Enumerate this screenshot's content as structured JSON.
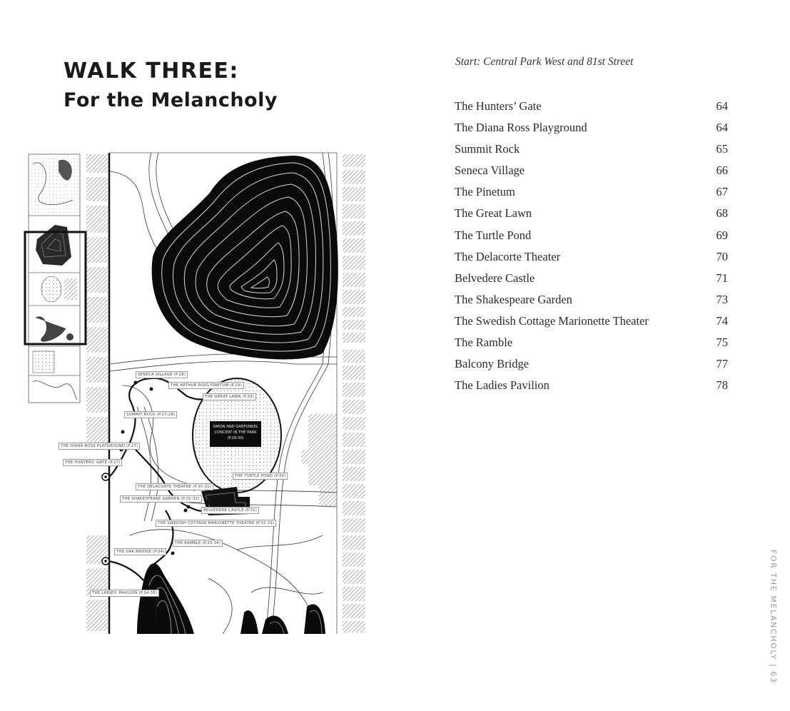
{
  "page": {
    "heading": {
      "line1": "WALK THREE:",
      "line2": "For the Melancholy"
    },
    "start_text": "Start: Central Park West and 81st Street",
    "running_footer": {
      "text": "FOR THE MELANCHOLY  |  63",
      "section": "FOR THE MELANCHOLY",
      "page_number": "63"
    }
  },
  "toc": {
    "items": [
      {
        "title": "The Hunters’ Gate",
        "page": "64"
      },
      {
        "title": "The Diana Ross Playground",
        "page": "64"
      },
      {
        "title": "Summit Rock",
        "page": "65"
      },
      {
        "title": "Seneca Village",
        "page": "66"
      },
      {
        "title": "The Pinetum",
        "page": "67"
      },
      {
        "title": "The Great Lawn",
        "page": "68"
      },
      {
        "title": "The Turtle Pond",
        "page": "69"
      },
      {
        "title": "The Delacorte Theater",
        "page": "70"
      },
      {
        "title": "Belvedere Castle",
        "page": "71"
      },
      {
        "title": "The Shakespeare Garden",
        "page": "73"
      },
      {
        "title": "The Swedish Cottage Marionette Theater",
        "page": "74"
      },
      {
        "title": "The Ramble",
        "page": "75"
      },
      {
        "title": "Balcony Bridge",
        "page": "77"
      },
      {
        "title": "The Ladies Pavilion",
        "page": "78"
      }
    ]
  },
  "map": {
    "labels": [
      {
        "id": "seneca-village",
        "text": "Seneca Village (P.28)"
      },
      {
        "id": "pinetum",
        "text": "The Arthur Ross Pinetum (P.29)"
      },
      {
        "id": "great-lawn",
        "text": "The Great Lawn (P.29)"
      },
      {
        "id": "summit-rock",
        "text": "Summit Rock (P.27-28)"
      },
      {
        "id": "diana-ross",
        "text": "The Diana Ross Playground (P.27)"
      },
      {
        "id": "hunters-gate",
        "text": "The Hunters' Gate (P.27)"
      },
      {
        "id": "turtle-pond",
        "text": "The Turtle Pond (P.30)"
      },
      {
        "id": "delacorte",
        "text": "The Delacorte Theatre (P.30-31)"
      },
      {
        "id": "shakespeare",
        "text": "The Shakespeare Garden (P.31-32)"
      },
      {
        "id": "belvedere",
        "text": "Belvedere Castle (P.31)"
      },
      {
        "id": "swedish-cottage",
        "text": "The Swedish Cottage Marionette Theatre (P.32-33)"
      },
      {
        "id": "ramble",
        "text": "The Ramble (P.33-34)"
      },
      {
        "id": "oak-bridge",
        "text": "The Oak Bridge (P.34)"
      },
      {
        "id": "ladies-pavilion",
        "text": "The Ladies' Pavilion (P.34-35)"
      }
    ],
    "concert_box": {
      "line1": "Simon and Garfunkel",
      "line2": "Concert in the Park",
      "line3": "(P.29-30)"
    }
  }
}
